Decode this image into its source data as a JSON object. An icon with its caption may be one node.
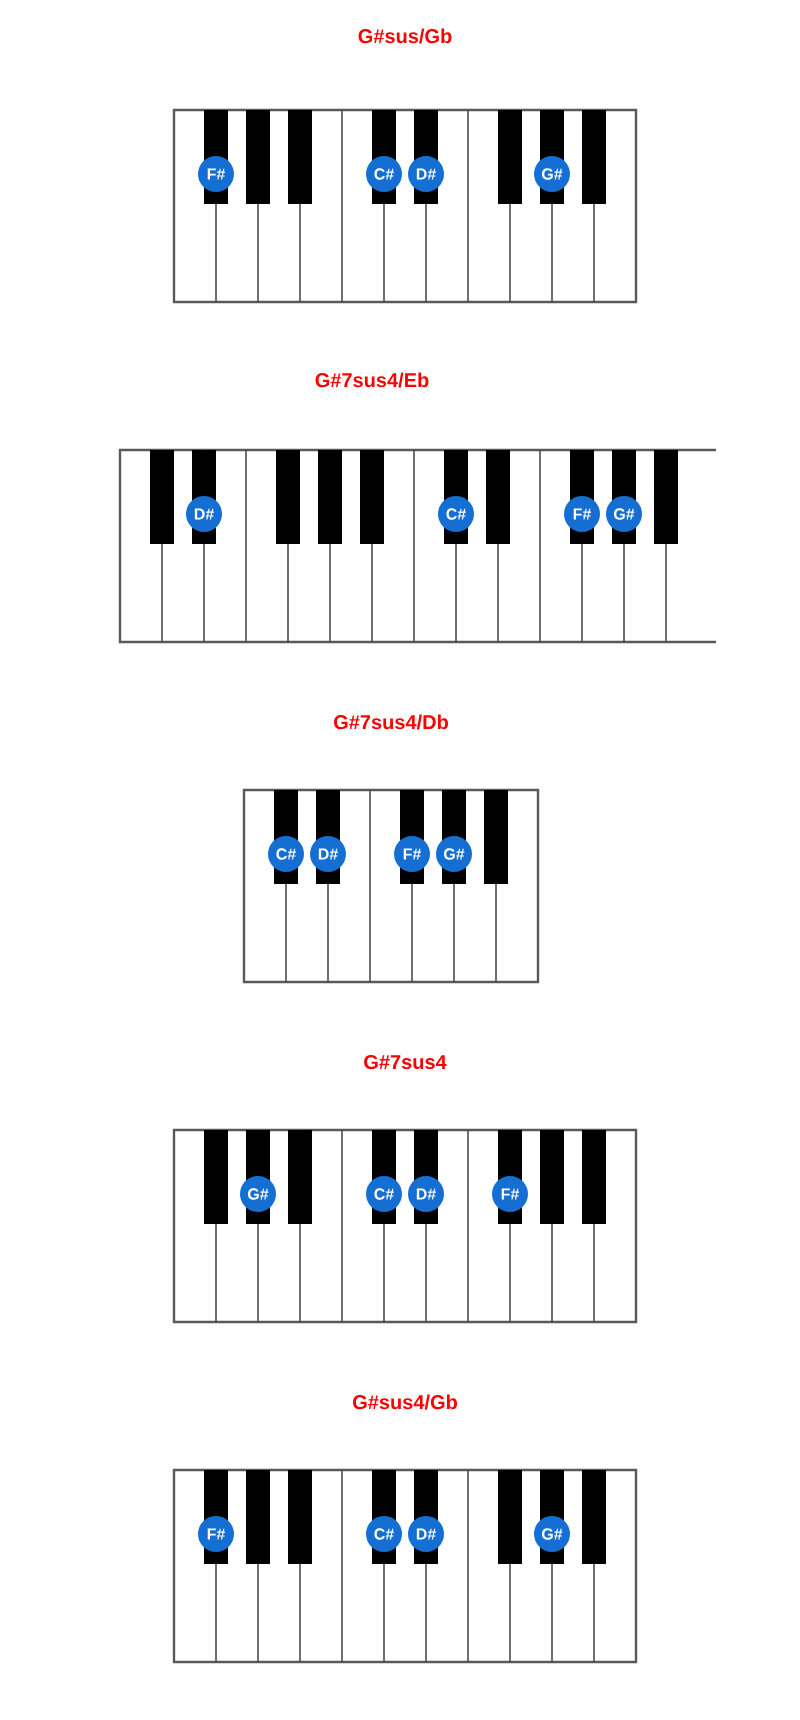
{
  "diagram": {
    "nodes": [
      {
        "text": [
          "G#sus/Gb"
        ]
      },
      {
        "text": [
          "F#"
        ],
        "in": 0
      },
      {
        "text": [
          "C#"
        ],
        "in": 0
      },
      {
        "text": [
          "D#"
        ],
        "in": 0
      },
      {
        "text": [
          "G#"
        ],
        "in": 0
      },
      {
        "text": [
          "G#7sus4/Eb"
        ]
      },
      {
        "text": [
          "D#"
        ],
        "in": 5
      },
      {
        "text": [
          "C#"
        ],
        "in": 5
      },
      {
        "text": [
          "F#"
        ],
        "in": 5
      },
      {
        "text": [
          "G#"
        ],
        "in": 5
      },
      {
        "text": [
          "G#7sus4/Db"
        ]
      },
      {
        "text": [
          "C#"
        ],
        "in": 10
      },
      {
        "text": [
          "D#"
        ],
        "in": 10
      },
      {
        "text": [
          "F#"
        ],
        "in": 10
      },
      {
        "text": [
          "G#"
        ],
        "in": 10
      },
      {
        "text": [
          "G#7sus4"
        ]
      },
      {
        "text": [
          "G#"
        ],
        "in": 15
      },
      {
        "text": [
          "C#"
        ],
        "in": 15
      },
      {
        "text": [
          "D#"
        ],
        "in": 15
      },
      {
        "text": [
          "F#"
        ],
        "in": 15
      },
      {
        "text": [
          "G#sus4/Gb"
        ]
      },
      {
        "text": [
          "F#"
        ],
        "in": 20
      },
      {
        "text": [
          "C#"
        ],
        "in": 20
      },
      {
        "text": [
          "D#"
        ],
        "in": 20
      },
      {
        "text": [
          "G#"
        ],
        "in": 20
      }
    ]
  }
}
